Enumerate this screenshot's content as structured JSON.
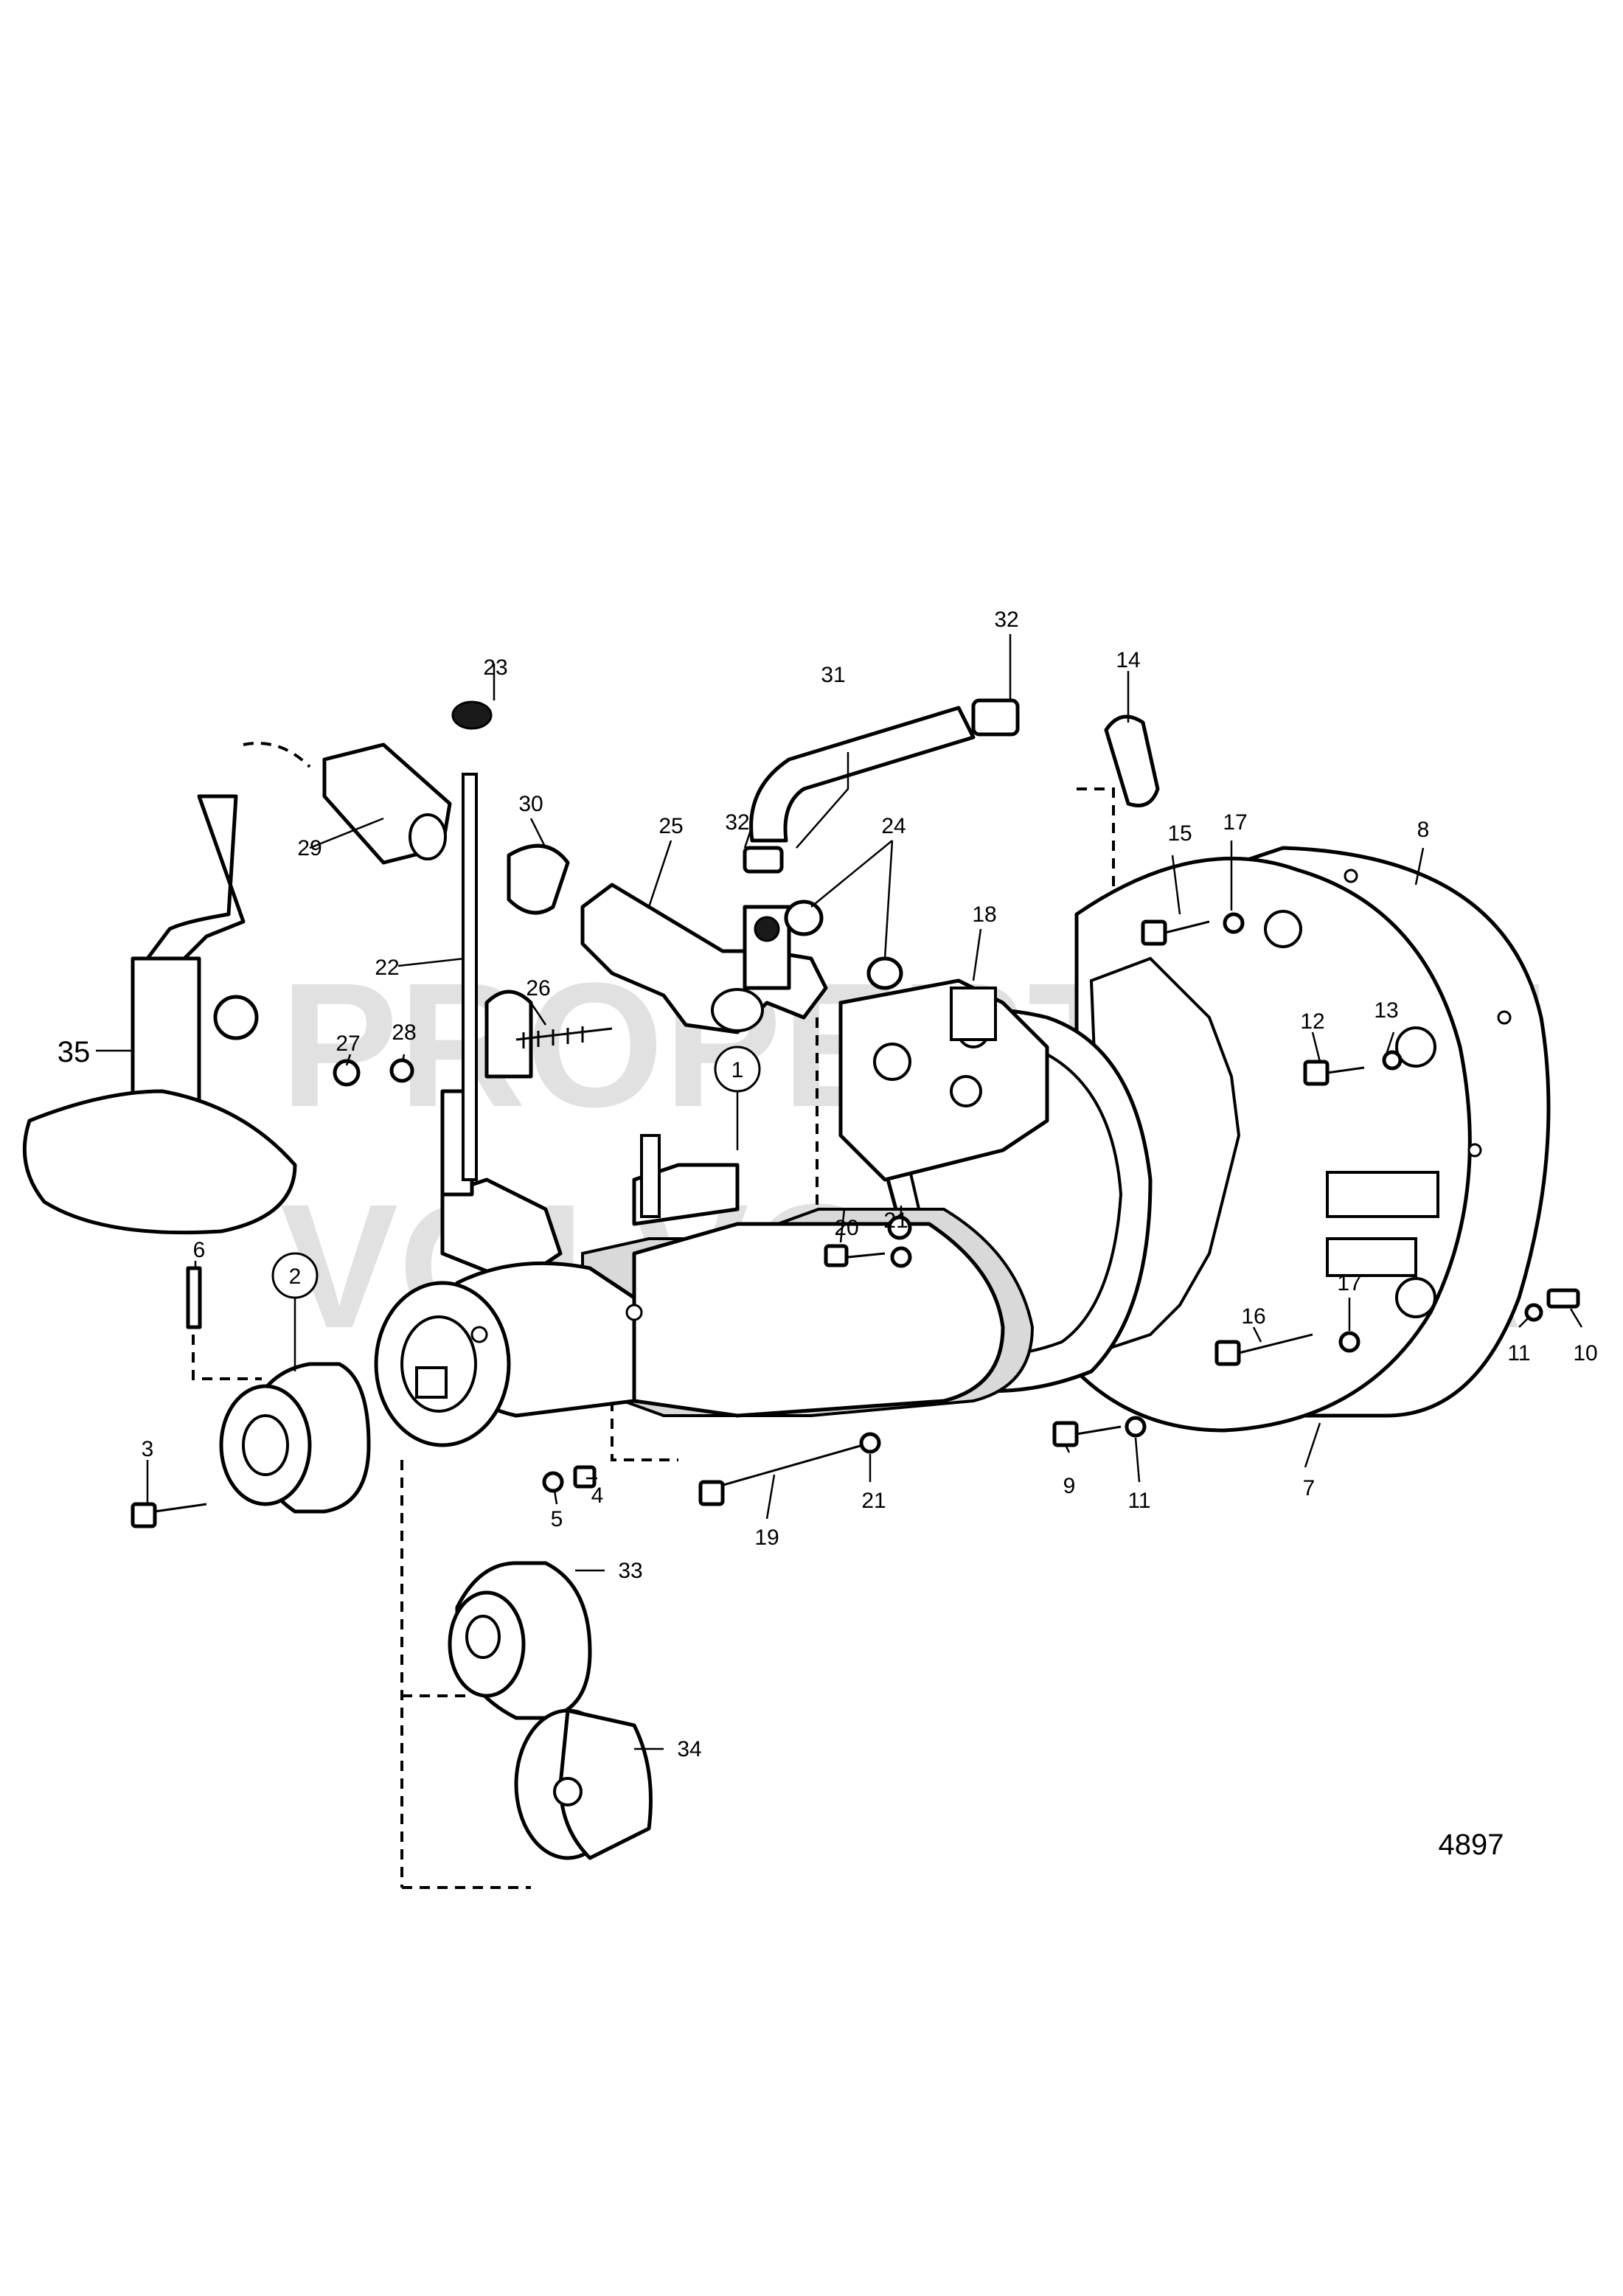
{
  "watermark": [
    "PROPERTY OF",
    "VOLVO PENTA"
  ],
  "figure_number": "4897",
  "callouts": {
    "c1": "1",
    "c2": "2",
    "c3": "3",
    "c4": "4",
    "c5": "5",
    "c6": "6",
    "c7": "7",
    "c8": "8",
    "c9": "9",
    "c10": "10",
    "c11a": "11",
    "c11b": "11",
    "c12": "12",
    "c13": "13",
    "c14": "14",
    "c15": "15",
    "c16": "16",
    "c17a": "17",
    "c17b": "17",
    "c18": "18",
    "c19": "19",
    "c20": "20",
    "c21a": "21",
    "c21b": "21",
    "c22": "22",
    "c23": "23",
    "c24": "24",
    "c25": "25",
    "c26": "26",
    "c27": "27",
    "c28": "28",
    "c29": "29",
    "c30": "30",
    "c31": "31",
    "c32a": "32",
    "c32b": "32",
    "c33": "33",
    "c34": "34",
    "c35": "35"
  }
}
